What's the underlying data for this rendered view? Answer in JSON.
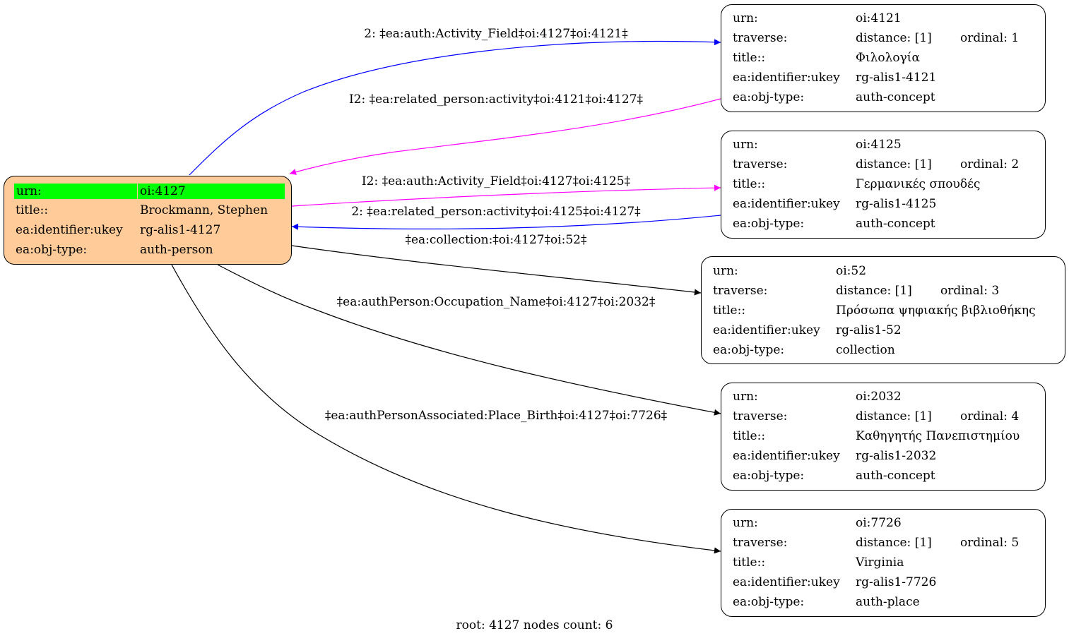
{
  "root_node": {
    "rows": [
      {
        "key": "urn:",
        "value": "oi:4127"
      },
      {
        "key": "title::",
        "value": "Brockmann, Stephen"
      },
      {
        "key": "ea:identifier:ukey",
        "value": "rg-alis1-4127"
      },
      {
        "key": "ea:obj-type:",
        "value": "auth-person"
      }
    ]
  },
  "nodes": [
    {
      "rows": [
        {
          "key": "urn:",
          "value": "oi:4121"
        },
        {
          "key": "traverse:",
          "value": "distance: [1]",
          "extra": "ordinal: 1"
        },
        {
          "key": "title::",
          "value": "Φιλολογία"
        },
        {
          "key": "ea:identifier:ukey",
          "value": "rg-alis1-4121"
        },
        {
          "key": "ea:obj-type:",
          "value": "auth-concept"
        }
      ]
    },
    {
      "rows": [
        {
          "key": "urn:",
          "value": "oi:4125"
        },
        {
          "key": "traverse:",
          "value": "distance: [1]",
          "extra": "ordinal: 2"
        },
        {
          "key": "title::",
          "value": "Γερμανικές σπουδές"
        },
        {
          "key": "ea:identifier:ukey",
          "value": "rg-alis1-4125"
        },
        {
          "key": "ea:obj-type:",
          "value": "auth-concept"
        }
      ]
    },
    {
      "rows": [
        {
          "key": "urn:",
          "value": "oi:52"
        },
        {
          "key": "traverse:",
          "value": "distance: [1]",
          "extra": "ordinal: 3"
        },
        {
          "key": "title::",
          "value": "Πρόσωπα ψηφιακής βιβλιοθήκης"
        },
        {
          "key": "ea:identifier:ukey",
          "value": "rg-alis1-52"
        },
        {
          "key": "ea:obj-type:",
          "value": "collection"
        }
      ]
    },
    {
      "rows": [
        {
          "key": "urn:",
          "value": "oi:2032"
        },
        {
          "key": "traverse:",
          "value": "distance: [1]",
          "extra": "ordinal: 4"
        },
        {
          "key": "title::",
          "value": "Καθηγητής Πανεπιστημίου"
        },
        {
          "key": "ea:identifier:ukey",
          "value": "rg-alis1-2032"
        },
        {
          "key": "ea:obj-type:",
          "value": "auth-concept"
        }
      ]
    },
    {
      "rows": [
        {
          "key": "urn:",
          "value": "oi:7726"
        },
        {
          "key": "traverse:",
          "value": "distance: [1]",
          "extra": "ordinal: 5"
        },
        {
          "key": "title::",
          "value": "Virginia"
        },
        {
          "key": "ea:identifier:ukey",
          "value": "rg-alis1-7726"
        },
        {
          "key": "ea:obj-type:",
          "value": "auth-place"
        }
      ]
    }
  ],
  "edges": [
    {
      "label": "2: ‡ea:auth:Activity_Field‡oi:4127‡oi:4121‡",
      "color": "#0000ff"
    },
    {
      "label": "I2: ‡ea:related_person:activity‡oi:4121‡oi:4127‡",
      "color": "#ff00ff"
    },
    {
      "label": "I2: ‡ea:auth:Activity_Field‡oi:4127‡oi:4125‡",
      "color": "#ff00ff"
    },
    {
      "label": "2: ‡ea:related_person:activity‡oi:4125‡oi:4127‡",
      "color": "#0000ff"
    },
    {
      "label": "‡ea:collection:‡oi:4127‡oi:52‡",
      "color": "#000000"
    },
    {
      "label": "‡ea:authPerson:Occupation_Name‡oi:4127‡oi:2032‡",
      "color": "#000000"
    },
    {
      "label": "‡ea:authPersonAssociated:Place_Birth‡oi:4127‡oi:7726‡",
      "color": "#000000"
    }
  ],
  "footer": {
    "text": "root: 4127 nodes count: 6"
  },
  "colors": {
    "root_fill": "#ffcc99",
    "highlight": "#00ff00"
  }
}
